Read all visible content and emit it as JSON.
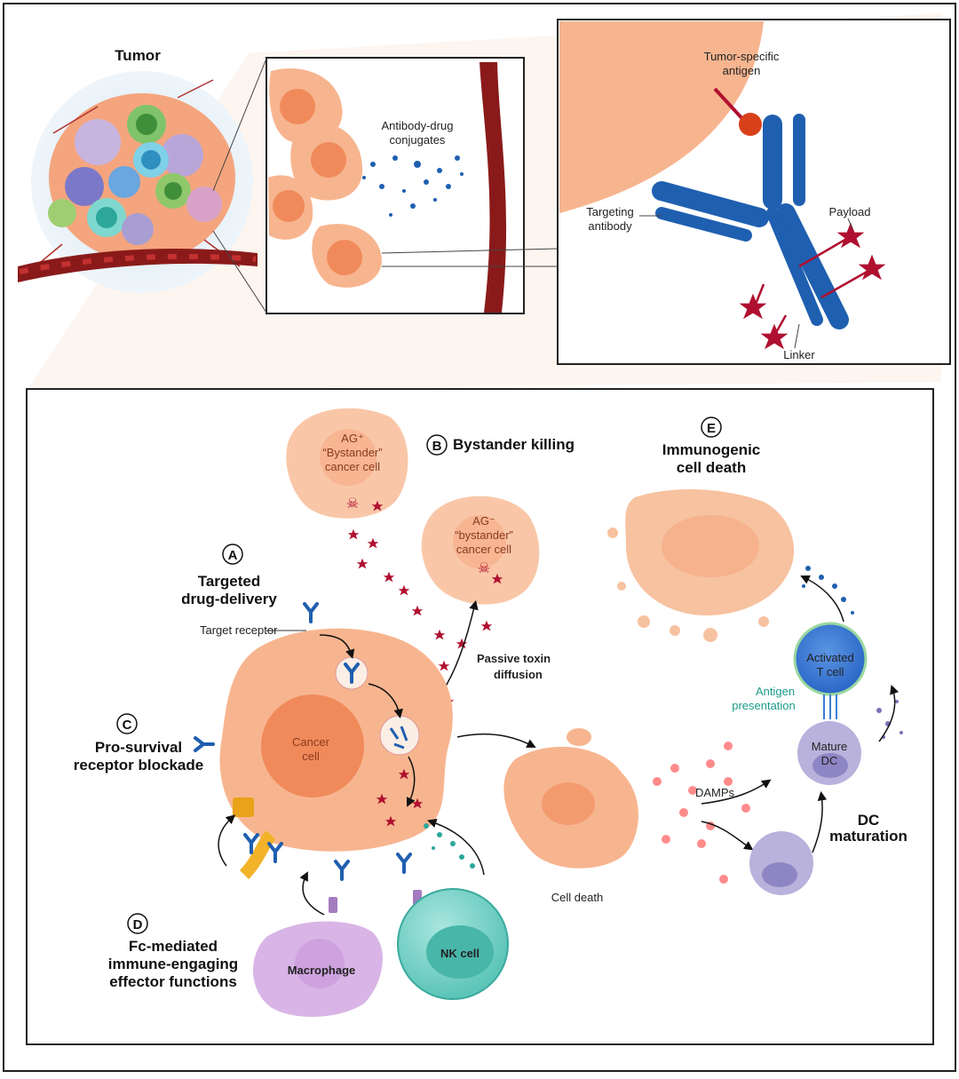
{
  "colors": {
    "cell_fill": "#f7b58f",
    "cell_nucleus": "#f08a5a",
    "antibody": "#1f5fb0",
    "payload": "#b01030",
    "vessel": "#8a1a1a",
    "tcell": "#3a7fd8",
    "nk_cell": "#6ad1c6",
    "macrophage": "#c7a0d6",
    "dc": "#a8a0cf",
    "antigen_presentation_text": "#1a9b8a"
  },
  "top": {
    "tumor_label": "Tumor",
    "adc_label_line1": "Antibody-drug",
    "adc_label_line2": "conjugates",
    "antigen_line1": "Tumor-specific",
    "antigen_line2": "antigen",
    "targeting_line1": "Targeting",
    "targeting_line2": "antibody",
    "payload_label": "Payload",
    "linker_label": "Linker"
  },
  "panel": {
    "a_letter": "A",
    "a_title_line1": "Targeted",
    "a_title_line2": "drug-delivery",
    "target_receptor": "Target receptor",
    "b_letter": "B",
    "b_title": "Bystander killing",
    "ag_pos_line1": "AG⁺",
    "ag_pos_line2": "“Bystander”",
    "ag_pos_line3": "cancer cell",
    "ag_neg_line1": "AG⁻",
    "ag_neg_line2": "“bystander”",
    "ag_neg_line3": "cancer cell",
    "passive_line1": "Passive toxin",
    "passive_line2": "diffusion",
    "c_letter": "C",
    "c_title_line1": "Pro-survival",
    "c_title_line2": "receptor blockade",
    "cancer_line1": "Cancer",
    "cancer_line2": "cell",
    "d_letter": "D",
    "d_title_line1": "Fc-mediated",
    "d_title_line2": "immune-engaging",
    "d_title_line3": "effector functions",
    "macrophage": "Macrophage",
    "nk_cell": "NK cell",
    "cell_death": "Cell death",
    "damps": "DAMPs",
    "dc_maturation_line1": "DC",
    "dc_maturation_line2": "maturation",
    "mature_dc_line1": "Mature",
    "mature_dc_line2": "DC",
    "antigen_pres_line1": "Antigen",
    "antigen_pres_line2": "presentation",
    "tcell_line1": "Activated",
    "tcell_line2": "T cell",
    "e_letter": "E",
    "e_title_line1": "Immunogenic",
    "e_title_line2": "cell death"
  }
}
